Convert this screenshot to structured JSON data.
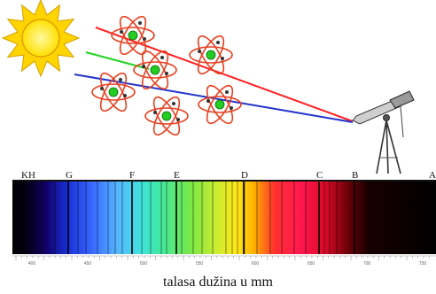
{
  "colors": {
    "sun": "#ffe000",
    "sun_ray": "#ffd400",
    "ray_red": "#ff2020",
    "ray_green": "#22d422",
    "ray_blue": "#2233cc",
    "atom_orbit": "#e84020",
    "atom_nucleus": "#22cc22"
  },
  "icons": [
    "sun-icon",
    "atom-icon",
    "telescope-icon"
  ],
  "spectrum": {
    "fraunhofer_labels": [
      "KH",
      "G",
      "F",
      "E",
      "D",
      "C",
      "B",
      "A"
    ],
    "scale_labels": [
      "400",
      "450",
      "500",
      "550",
      "600",
      "650",
      "700",
      "750"
    ]
  },
  "caption": "talasa dužina u mm"
}
